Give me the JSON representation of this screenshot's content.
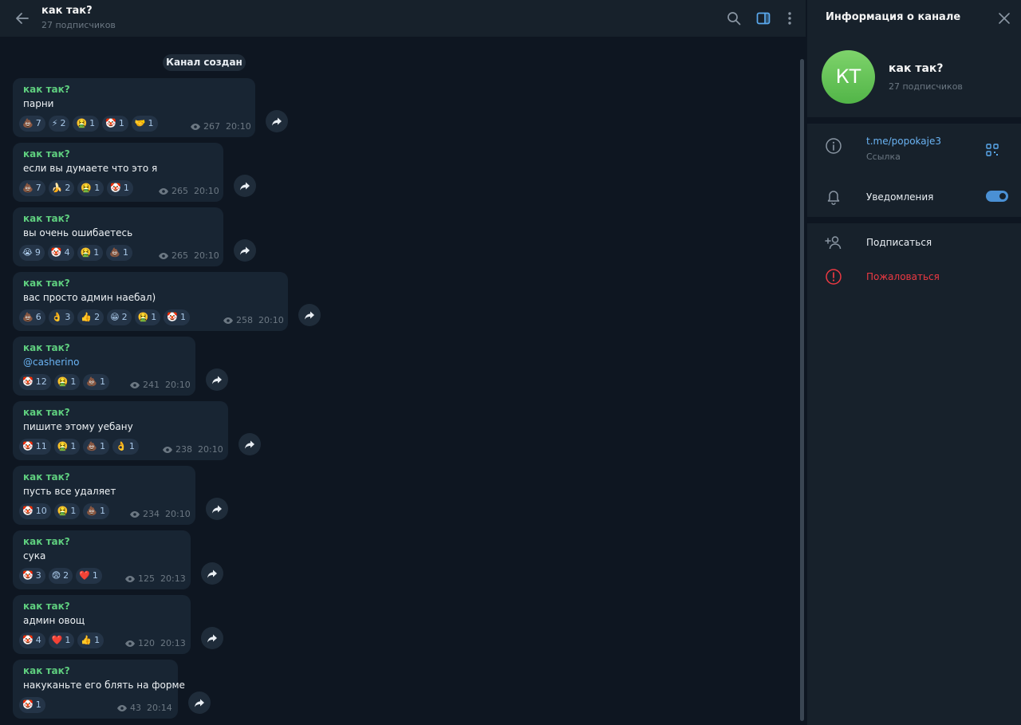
{
  "header": {
    "title": "как так?",
    "subtitle": "27 подписчиков",
    "icons": [
      "back-arrow-icon",
      "search-icon",
      "sidebar-toggle-icon",
      "more-vertical-icon"
    ]
  },
  "service_message": "Канал создан",
  "messages": [
    {
      "author": "как так?",
      "text": "парни",
      "reactions": [
        {
          "emoji": "💩",
          "count": "7"
        },
        {
          "emoji": "⚡",
          "count": "2"
        },
        {
          "emoji": "🤮",
          "count": "1"
        },
        {
          "emoji": "🤡",
          "count": "1"
        },
        {
          "emoji": "🤝",
          "count": "1"
        }
      ],
      "views": "267",
      "time": "20:10"
    },
    {
      "author": "как так?",
      "text": "если вы думаете что это я",
      "reactions": [
        {
          "emoji": "💩",
          "count": "7"
        },
        {
          "emoji": "🍌",
          "count": "2"
        },
        {
          "emoji": "🤮",
          "count": "1"
        },
        {
          "emoji": "🤡",
          "count": "1"
        }
      ],
      "views": "265",
      "time": "20:10"
    },
    {
      "author": "как так?",
      "text": "вы очень ошибаетесь",
      "reactions": [
        {
          "emoji": "😭",
          "count": "9"
        },
        {
          "emoji": "🤡",
          "count": "4"
        },
        {
          "emoji": "🤮",
          "count": "1"
        },
        {
          "emoji": "💩",
          "count": "1"
        }
      ],
      "views": "265",
      "time": "20:10"
    },
    {
      "author": "как так?",
      "text": "вас просто админ наебал)",
      "reactions": [
        {
          "emoji": "💩",
          "count": "6"
        },
        {
          "emoji": "👌",
          "count": "3"
        },
        {
          "emoji": "👍",
          "count": "2"
        },
        {
          "emoji": "😁",
          "count": "2"
        },
        {
          "emoji": "🤮",
          "count": "1"
        },
        {
          "emoji": "🤡",
          "count": "1"
        }
      ],
      "views": "258",
      "time": "20:10"
    },
    {
      "author": "как так?",
      "text": "@casherino",
      "link": true,
      "reactions": [
        {
          "emoji": "🤡",
          "count": "12"
        },
        {
          "emoji": "🤮",
          "count": "1"
        },
        {
          "emoji": "💩",
          "count": "1"
        }
      ],
      "views": "241",
      "time": "20:10"
    },
    {
      "author": "как так?",
      "text": "пишите этому уебану",
      "reactions": [
        {
          "emoji": "🤡",
          "count": "11"
        },
        {
          "emoji": "🤮",
          "count": "1"
        },
        {
          "emoji": "💩",
          "count": "1"
        },
        {
          "emoji": "👌",
          "count": "1"
        }
      ],
      "views": "238",
      "time": "20:10"
    },
    {
      "author": "как так?",
      "text": "пусть все удаляет",
      "reactions": [
        {
          "emoji": "🤡",
          "count": "10"
        },
        {
          "emoji": "🤮",
          "count": "1"
        },
        {
          "emoji": "💩",
          "count": "1"
        }
      ],
      "views": "234",
      "time": "20:10"
    },
    {
      "author": "как так?",
      "text": "сука",
      "reactions": [
        {
          "emoji": "🤡",
          "count": "3"
        },
        {
          "emoji": "😨",
          "count": "2"
        },
        {
          "emoji": "❤️",
          "count": "1"
        }
      ],
      "views": "125",
      "time": "20:13"
    },
    {
      "author": "как так?",
      "text": "админ овощ",
      "reactions": [
        {
          "emoji": "🤡",
          "count": "4"
        },
        {
          "emoji": "❤️",
          "count": "1"
        },
        {
          "emoji": "👍",
          "count": "1"
        }
      ],
      "views": "120",
      "time": "20:13"
    },
    {
      "author": "как так?",
      "text": "накуканьте его блять на форме",
      "reactions": [
        {
          "emoji": "🤡",
          "count": "1"
        }
      ],
      "views": "43",
      "time": "20:14"
    }
  ],
  "panel": {
    "title": "Информация о канале",
    "avatar_initials": "КТ",
    "avatar_color": "#5fbf52",
    "channel_name": "как так?",
    "subscribers": "27 подписчиков",
    "link": "t.me/popokaje3",
    "link_caption": "Ссылка",
    "notifications_label": "Уведомления",
    "notifications_on": true,
    "subscribe_label": "Подписаться",
    "report_label": "Пожаловаться"
  },
  "colors": {
    "background": "#0e1621",
    "panel": "#17212b",
    "bubble": "#182533",
    "author": "#5fcf7f",
    "link": "#6ab3f3",
    "danger": "#ec3942",
    "accent": "#4a90d4"
  }
}
